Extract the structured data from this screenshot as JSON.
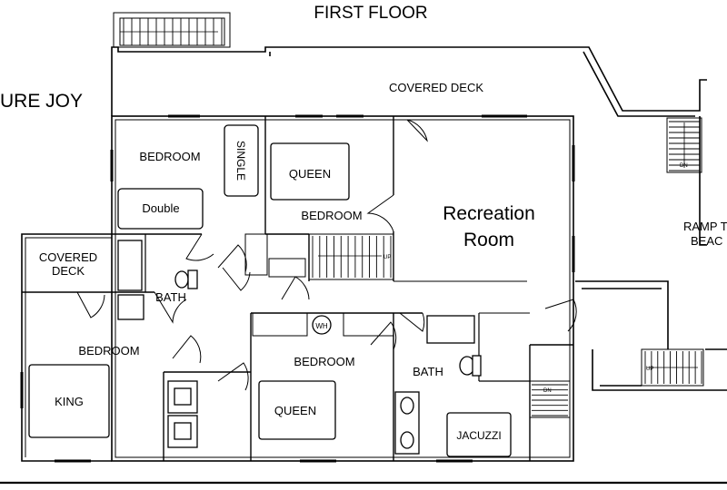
{
  "title": "FIRST FLOOR",
  "property_name_fragment": "URE JOY",
  "labels": {
    "covered_deck_top": "COVERED DECK",
    "covered_deck_left_line1": "COVERED",
    "covered_deck_left_line2": "DECK",
    "bedroom_nw": "BEDROOM",
    "single": "SINGLE",
    "double": "Double",
    "queen_north": "QUEEN",
    "bedroom_north": "BEDROOM",
    "recreation_line1": "Recreation",
    "recreation_line2": "Room",
    "bath_center": "BATH",
    "bedroom_sw": "BEDROOM",
    "king": "KING",
    "bedroom_south": "BEDROOM",
    "queen_south": "QUEEN",
    "wh": "WH",
    "bath_se": "BATH",
    "jacuzzi": "JACUZZI",
    "ramp_line1": "RAMP T",
    "ramp_line2": "BEAC",
    "stair_up": "UP",
    "stair_dn": "DN"
  }
}
